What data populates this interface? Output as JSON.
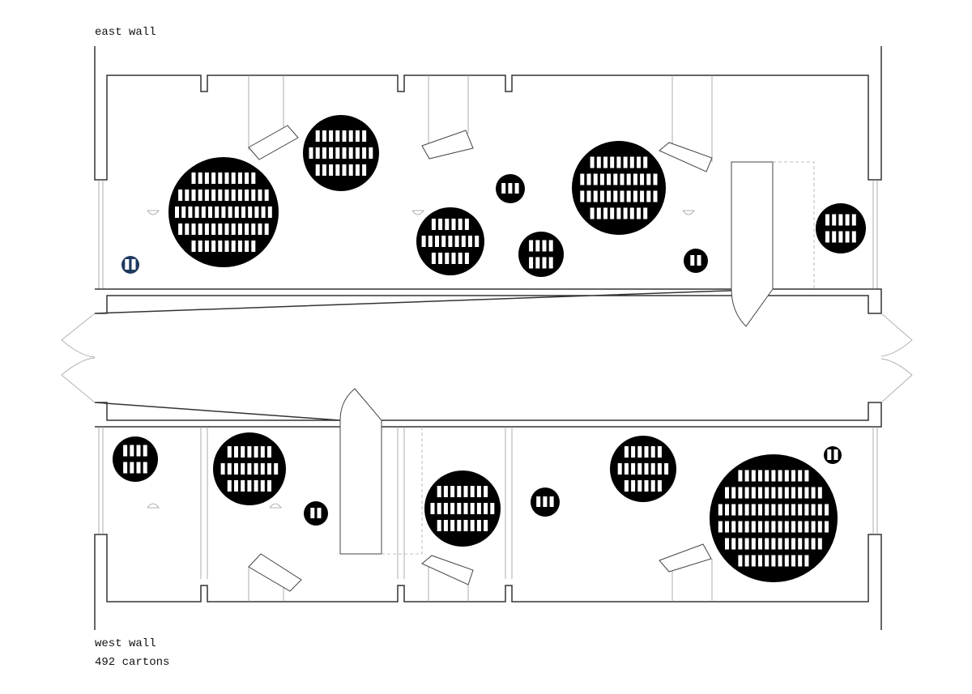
{
  "labels": {
    "top_wall": "east wall",
    "bottom_wall": "west wall",
    "total": "492 cartons"
  },
  "colors": {
    "table": "#000000",
    "highlight": "#1f3a5f",
    "wall": "#333333"
  }
}
